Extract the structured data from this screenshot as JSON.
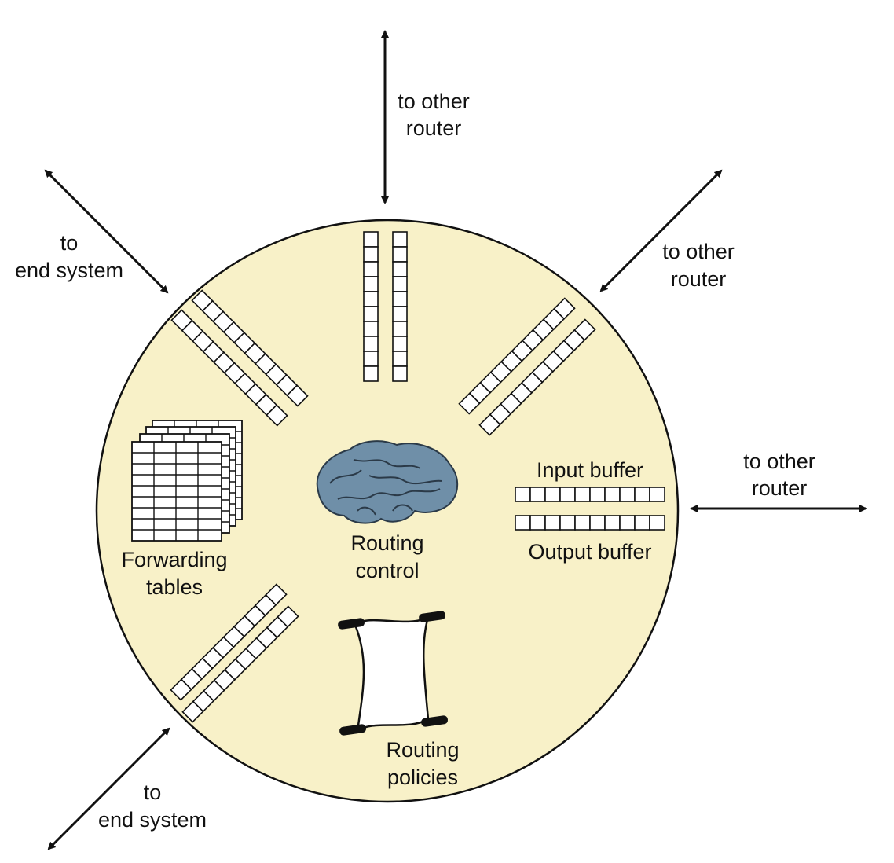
{
  "colors": {
    "router_fill": "#f8f1c8",
    "outline": "#111111",
    "brain": "#6f8fa8",
    "scroll": "#ffffff"
  },
  "labels": {
    "top_router": [
      "to other",
      "router"
    ],
    "upper_right_router": [
      "to other",
      "router"
    ],
    "right_router": [
      "to other",
      "router"
    ],
    "upper_left_end": [
      "to",
      "end system"
    ],
    "lower_left_end": [
      "to",
      "end system"
    ],
    "input_buffer": "Input buffer",
    "output_buffer": "Output buffer",
    "forwarding_tables": [
      "Forwarding",
      "tables"
    ],
    "routing_control": [
      "Routing",
      "control"
    ],
    "routing_policies": [
      "Routing",
      "policies"
    ]
  },
  "icons": {
    "brain": "brain-icon",
    "scroll": "scroll-icon",
    "tables": "table-stack-icon",
    "arrow": "double-arrow-icon"
  }
}
